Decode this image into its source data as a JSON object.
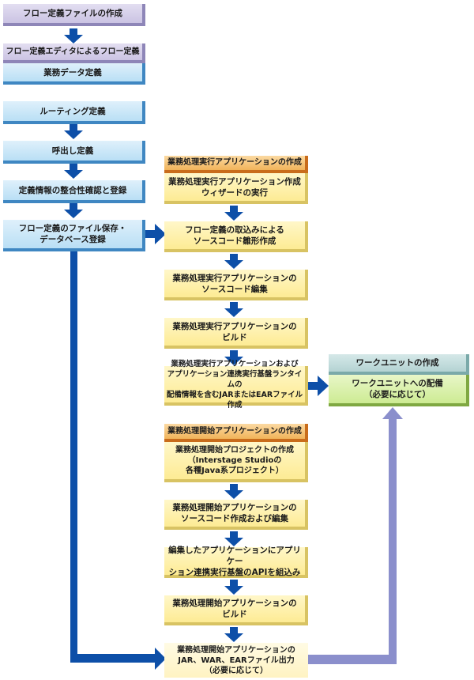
{
  "colors": {
    "flow_arrow": "#0d4fa8",
    "deploy_arrow": "#8b8fcc",
    "purple_header": "#cbc3e3",
    "blue_step": "#b9dff5",
    "orange_header": "#f1b45a",
    "yellow_step": "#fdeb94",
    "teal_header": "#b4d3d3",
    "green_step": "#cdeb93"
  },
  "flow_definition": {
    "header": "フロー定義ファイルの作成",
    "editor_header": "フロー定義エディタによるフロー定義",
    "steps": [
      "業務データ定義",
      "ルーティング定義",
      "呼出し定義",
      "定義情報の整合性確認と登録",
      "フロー定義のファイル保存・\nデータベース登録"
    ]
  },
  "exec_app": {
    "header": "業務処理実行アプリケーションの作成",
    "steps": [
      "業務処理実行アプリケーション作成\nウィザードの実行",
      "フロー定義の取込みによる\nソースコード雛形作成",
      "業務処理実行アプリケーションの\nソースコード編集",
      "業務処理実行アプリケーションの\nビルド",
      "業務処理実行アプリケーションおよび\nアプリケーション連携実行基盤ランタイムの\n配備情報を含むJARまたはEARファイル作成"
    ]
  },
  "start_app": {
    "header": "業務処理開始アプリケーションの作成",
    "steps": [
      "業務処理開始プロジェクトの作成\n（Interstage Studioの\n各種Java系プロジェクト）",
      "業務処理開始アプリケーションの\nソースコード作成および編集",
      "編集したアプリケーションにアプリケー\nション連携実行基盤のAPIを組込み",
      "業務処理開始アプリケーションの\nビルド",
      "業務処理開始アプリケーションの\nJAR、WAR、EARファイル出力\n（必要に応じて）"
    ]
  },
  "work_unit": {
    "header": "ワークユニットの作成",
    "step": "ワークユニットへの配備\n（必要に応じて）"
  }
}
